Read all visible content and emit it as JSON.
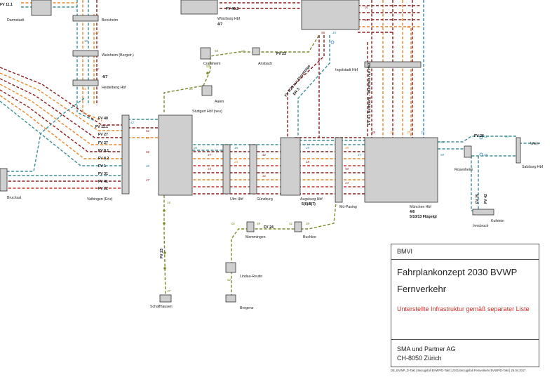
{
  "stations": {
    "darmstadt": "Darmstadt",
    "bensheim": "Bensheim",
    "weinheim": "Weinheim (Bergstr.)",
    "heidelberg": "Heidelberg Hbf",
    "heidelberg_tag": "4/7",
    "bruchsal": "Bruchsal",
    "vaihingen": "Vaihingen (Enz)",
    "stuttgart": "Stuttgart Hbf (neu)",
    "aalen": "Aalen",
    "crailsheim": "Crailsheim",
    "ansbach": "Ansbach",
    "wuerzburg": "Würzburg Hbf",
    "wuerzburg_tag": "4/7",
    "ingolstadt": "Ingolstadt Hbf",
    "ulm": "Ulm Hbf",
    "guenzburg": "Günzburg",
    "augsburg": "Augsburg Hbf",
    "augsburg_tag": "5(6)/8(7)",
    "muepasing": "Mü-Pasing",
    "muenchen": "München Hbf",
    "muenchen_tag1": "4/6",
    "muenchen_tag2": "5/10/13 Flügelgl",
    "rosenheim": "Rosenheim",
    "salzburg": "Salzburg Hbf",
    "wien": "Wien",
    "kufstein": "Kufstein",
    "innsbruck": "Innsbruck",
    "memmingen": "Memmingen",
    "buchloe": "Buchloe",
    "lindau": "Lindau-Reutin",
    "bregenz": "Bregenz",
    "schaffhausen": "Schaffhausen"
  },
  "lines": {
    "fv40": "FV 40",
    "fv111": "FV 11.1",
    "fv27a": "FV 27",
    "fv27b": "FV 27",
    "fv81": "FV 8.1",
    "fv82": "FV 8.2",
    "fv1": "FV 1",
    "fv31": "FV 31",
    "fv41": "FV 41",
    "fv22": "FV 22",
    "fv23_top": "FV 23",
    "fv23_south": "FV 23",
    "fv24": "FV 24",
    "fv25": "FV 25",
    "fv26": "FV 26",
    "fv42": "FV 42",
    "fv462": "FV 46.2",
    "fv111_top": "FV 11.1",
    "fv423": "FV 4.23 nur Einzelzüge",
    "er3": "ER 3",
    "fv41_hvz": "FV 4.1 Nürnberg - München nur HVZ"
  },
  "legend": {
    "org": "BMVI",
    "title1": "Fahrplankonzept 2030 BVWP",
    "title2": "Fernverkehr",
    "note": "Unterstellte Infrastruktur gemäß separater Liste",
    "company": "SMA und Partner AG",
    "address": "CH-8050 Zürich",
    "footer": "DE_BVWP_D-Takt | Bezugsfall BVWP/D-Takt | 2201 Bezugsfall Fernverkehr BVWP/D-Takt | 26.04.2017"
  },
  "colors": {
    "darkred": "#8b1a1a",
    "red": "#c0392b",
    "orange": "#e8862a",
    "teal": "#3a8f96",
    "olive": "#7a8a2a",
    "blue": "#2e7fc8",
    "station_fill": "#cfcfcf",
    "legend_red": "#d0302a"
  }
}
